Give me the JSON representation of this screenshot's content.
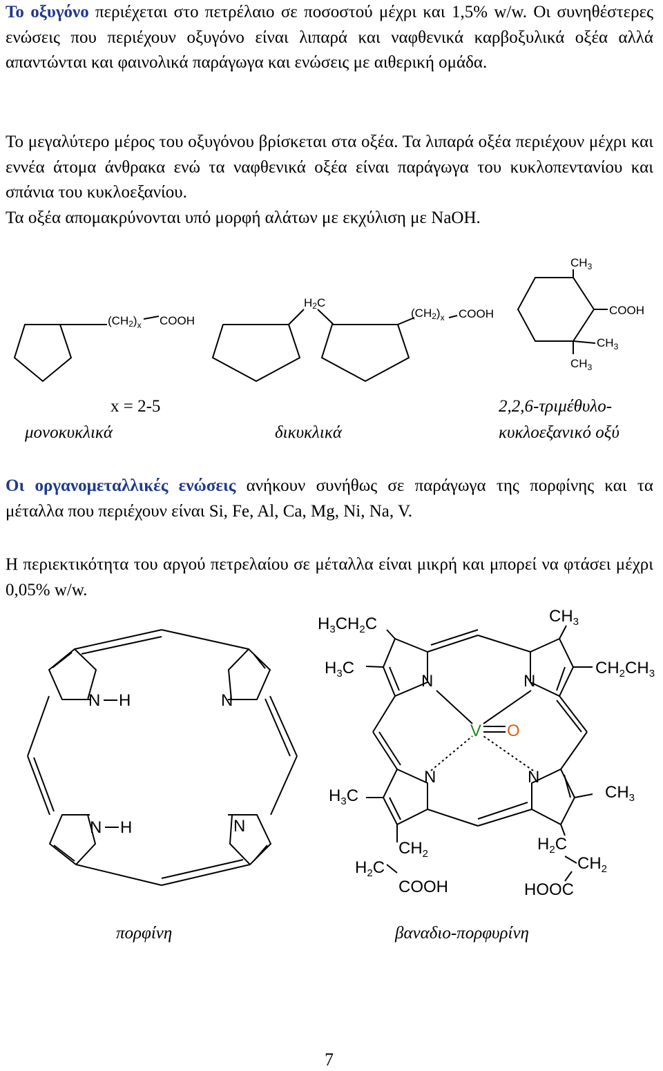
{
  "colors": {
    "highlight": "#1f3a8a",
    "vanadium": "#1a8a1a",
    "oxygen": "#e06010",
    "text": "#000000"
  },
  "para1": {
    "lead": "Το οξυγόνο",
    "rest": " περιέχεται στο πετρέλαιο σε ποσοστού μέχρι και 1,5% w/w. Οι συνηθέστερες ενώσεις που περιέχουν οξυγόνο είναι λιπαρά και ναφθενικά καρβοξυλικά οξέα αλλά απαντώνται και φαινολικά παράγωγα και ενώσεις με αιθερική ομάδα."
  },
  "para2": "Το μεγαλύτερο μέρος του οξυγόνου βρίσκεται στα οξέα. Τα λιπαρά οξέα περιέχουν μέχρι και εννέα άτομα άνθρακα ενώ τα ναφθενικά οξέα είναι παράγωγα του κυκλοπεντανίου και σπάνια του κυκλοεξανίου.",
  "para3": "Τα οξέα απομακρύνονται υπό μορφή αλάτων με εκχύλιση με NaOH.",
  "acids": {
    "mono_group": "(CH2)x",
    "cooh": "COOH",
    "h2c": "H2C",
    "ch3": "CH3",
    "x_range": "x = 2-5",
    "mono_caption": "μονοκυκλικά",
    "bi_caption": "δικυκλικά",
    "tri_caption_1": "2,2,6-τριμέθυλο-",
    "tri_caption_2": "κυκλοεξανικό οξύ"
  },
  "para4": {
    "lead": "Οι οργανομεταλλικές ενώσεις",
    "rest": " ανήκουν συνήθως σε παράγωγα της πορφίνης και τα μέταλλα που περιέχουν είναι Si, Fe, Al, Ca, Mg, Ni, Na, V."
  },
  "para5": "Η περιεκτικότητα του αργού πετρελαίου σε μέταλλα είναι μικρή και μπορεί να φτάσει μέχρι 0,05% w/w.",
  "porphine": {
    "nh": "N",
    "h": "H",
    "n": "N",
    "caption": "πορφίνη"
  },
  "vanadyl": {
    "h3ch2c": "H3CH2C",
    "ch3": "CH3",
    "h3c": "H3C",
    "ch2ch3": "CH2CH3",
    "n": "N",
    "v": "V",
    "o": "O",
    "ch2": "CH2",
    "h2c": "H2C",
    "cooh": "COOH",
    "hooc": "HOOC",
    "caption": "βαναδιο-πορφυρίνη"
  },
  "page_number": "7"
}
